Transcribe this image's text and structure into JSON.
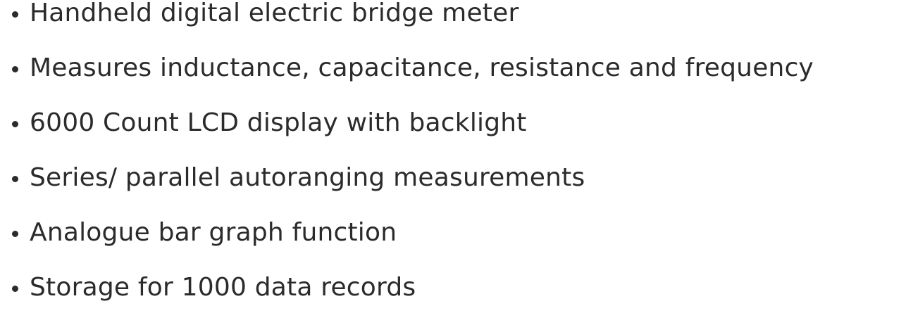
{
  "features": {
    "items": [
      "Handheld digital electric bridge meter",
      "Measures inductance, capacitance, resistance and frequency",
      "6000 Count LCD display with backlight",
      "Series/ parallel autoranging measurements",
      "Analogue bar graph function",
      "Storage for 1000 data records"
    ]
  },
  "colors": {
    "text": "#2b2b2b",
    "background": "#ffffff"
  }
}
